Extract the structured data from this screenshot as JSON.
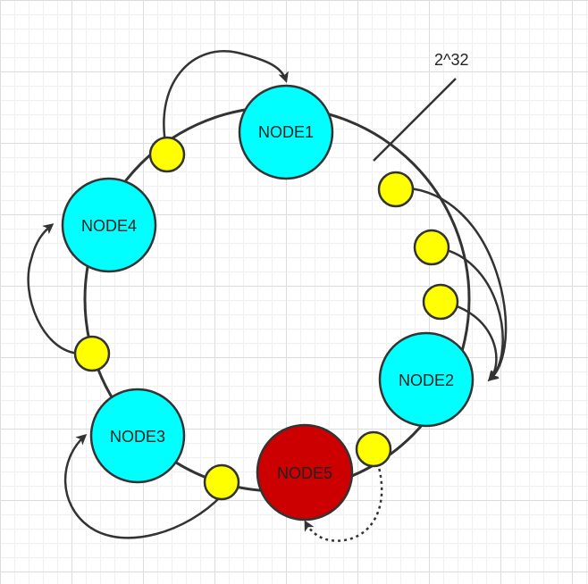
{
  "diagram": {
    "ring_label": "2^32",
    "colors": {
      "server_node": "#00ffff",
      "new_node": "#cc0000",
      "virtual_point": "#ffff00",
      "stroke": "#333333"
    },
    "nodes": [
      {
        "id": "node1",
        "label": "NODE1",
        "kind": "server"
      },
      {
        "id": "node2",
        "label": "NODE2",
        "kind": "server"
      },
      {
        "id": "node3",
        "label": "NODE3",
        "kind": "server"
      },
      {
        "id": "node4",
        "label": "NODE4",
        "kind": "server"
      },
      {
        "id": "node5",
        "label": "NODE5",
        "kind": "new"
      }
    ],
    "edges": [
      {
        "from": "point-1",
        "to": "node1",
        "style": "solid"
      },
      {
        "from": "point-2",
        "to": "node2",
        "style": "solid"
      },
      {
        "from": "point-3",
        "to": "node2",
        "style": "solid"
      },
      {
        "from": "point-4",
        "to": "node2",
        "style": "solid"
      },
      {
        "from": "point-5",
        "to": "node5",
        "style": "dotted"
      },
      {
        "from": "point-6",
        "to": "node3",
        "style": "solid"
      },
      {
        "from": "point-7",
        "to": "node4",
        "style": "solid"
      }
    ]
  }
}
